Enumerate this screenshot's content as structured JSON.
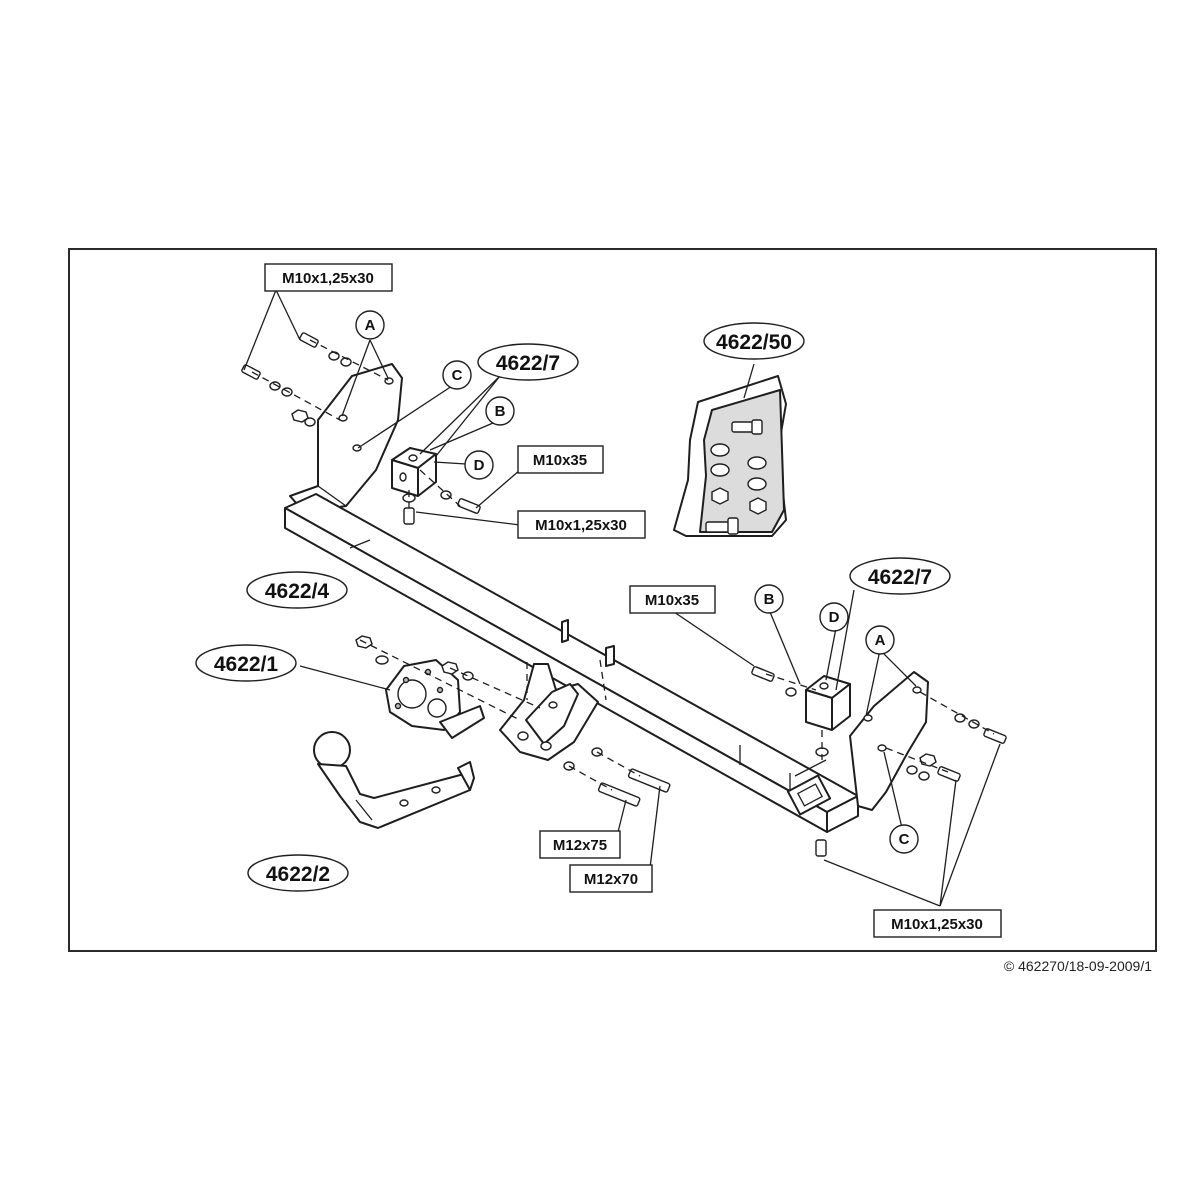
{
  "part_numbers": {
    "bracket_right": "4622/7",
    "bracket_left": "4622/7",
    "hardware_kit": "4622/50",
    "crossbar": "4622/4",
    "socket_plate": "4622/1",
    "tow_ball": "4622/2"
  },
  "bolt_labels": {
    "top_left": "M10x1,25x30",
    "center_m10x35": "M10x35",
    "center_m10x125": "M10x1,25x30",
    "right_m10x35": "M10x35",
    "m12x75": "M12x75",
    "m12x70": "M12x70",
    "bottom_right": "M10x1,25x30"
  },
  "letter_markers": {
    "a_left": "A",
    "c_left": "C",
    "b_left": "B",
    "d_left": "D",
    "b_right": "B",
    "d_right": "D",
    "a_right": "A",
    "c_right": "C"
  },
  "footer": {
    "copyright": "© 462270/18-09-2009/1"
  }
}
